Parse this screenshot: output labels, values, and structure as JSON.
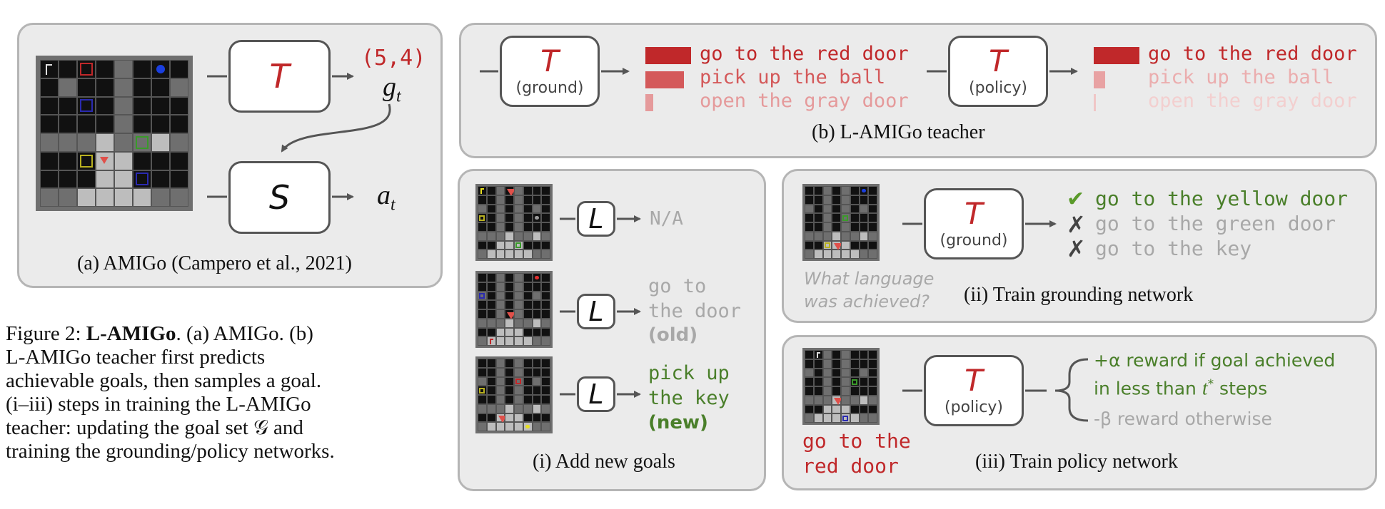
{
  "panel_a": {
    "teacher_letter": "T",
    "student_letter": "S",
    "coord": "(5,4)",
    "goal_symbol": "g",
    "goal_sub": "t",
    "action_symbol": "a",
    "action_sub": "t",
    "caption": "(a) AMIGo (Campero et al., 2021)"
  },
  "panel_b": {
    "ground_letter": "T",
    "ground_label": "(ground)",
    "policy_letter": "T",
    "policy_label": "(policy)",
    "goals_ground": [
      "go to the red door",
      "pick up the ball",
      "open the gray door"
    ],
    "goals_policy": [
      "go to the red door",
      "pick up the ball",
      "open the gray door"
    ],
    "caption": "(b) L-AMIGo teacher"
  },
  "panel_i": {
    "letter": "L",
    "row1": "N/A",
    "row2": [
      "go to",
      "the door"
    ],
    "row2_tag": "(old)",
    "row3": [
      "pick up",
      "the key"
    ],
    "row3_tag": "(new)",
    "caption": "(i) Add new goals"
  },
  "panel_ii": {
    "letter": "T",
    "label": "(ground)",
    "check_glyph": "✔",
    "cross_glyph": "✗",
    "items": [
      "go to the yellow door",
      "go to the green door",
      "go to the key"
    ],
    "question": [
      "What language",
      "was achieved?"
    ],
    "caption": "(ii) Train grounding network"
  },
  "panel_iii": {
    "letter": "T",
    "label": "(policy)",
    "goal": [
      "go to the",
      "red door"
    ],
    "reward_pos_prefix": "+α reward if goal achieved",
    "reward_pos_line2_prefix": "in less than ",
    "reward_pos_t": "t",
    "reward_pos_star": "*",
    "reward_pos_suffix": " steps",
    "reward_neg": "-β reward otherwise",
    "caption": "(iii) Train policy network"
  },
  "figure_caption": {
    "prefix": "Figure 2: ",
    "bold": "L-AMIGo",
    "line1_rest": ". (a) AMIGo. (b)",
    "line2": "L-AMIGo teacher first predicts",
    "line3": "achievable goals, then samples a goal.",
    "line4": "(i–iii) steps in training the L-AMIGo",
    "line5": "teacher: updating the goal set 𝒢 and",
    "line6": "training the grounding/policy networks."
  },
  "colors": {
    "red": "#c0282a",
    "green": "#4a7f2a",
    "gray_text": "#a8a8a8",
    "panel_bg": "#ebebeb",
    "panel_border": "#b5b5b5"
  }
}
